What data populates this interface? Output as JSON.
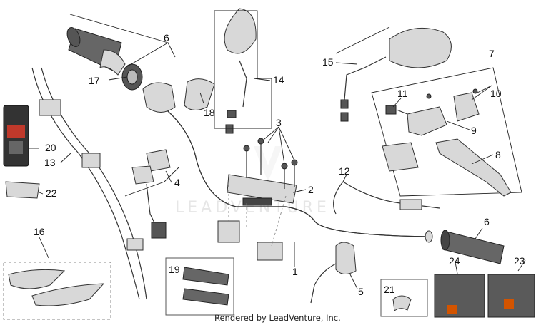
{
  "diagram": {
    "watermark": "LEADVENTURE",
    "footer_text": "Rendered by LeadVenture, Inc.",
    "callouts": [
      "1",
      "2",
      "3",
      "4",
      "5",
      "6",
      "6",
      "7",
      "8",
      "9",
      "10",
      "11",
      "12",
      "13",
      "14",
      "15",
      "16",
      "17",
      "18",
      "19",
      "20",
      "21",
      "22",
      "23",
      "24"
    ]
  }
}
